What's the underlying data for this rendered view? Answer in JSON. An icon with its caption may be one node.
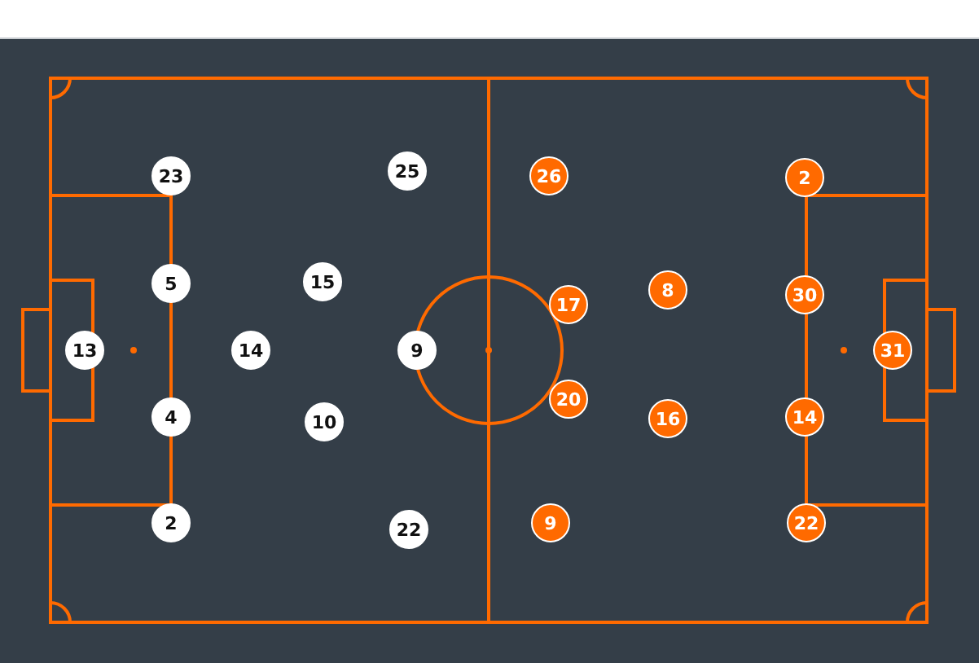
{
  "diagram": {
    "nodes": [
      {
        "text": [
          "23"
        ]
      },
      {
        "text": [
          "5"
        ]
      },
      {
        "text": [
          "13"
        ]
      },
      {
        "text": [
          "4"
        ]
      },
      {
        "text": [
          "2"
        ]
      },
      {
        "text": [
          "15"
        ]
      },
      {
        "text": [
          "14"
        ]
      },
      {
        "text": [
          "10"
        ]
      },
      {
        "text": [
          "25"
        ]
      },
      {
        "text": [
          "9"
        ]
      },
      {
        "text": [
          "22"
        ]
      },
      {
        "text": [
          "26"
        ]
      },
      {
        "text": [
          "17"
        ]
      },
      {
        "text": [
          "20"
        ]
      },
      {
        "text": [
          "9"
        ]
      },
      {
        "text": [
          "8"
        ]
      },
      {
        "text": [
          "16"
        ]
      },
      {
        "text": [
          "2"
        ]
      },
      {
        "text": [
          "30"
        ]
      },
      {
        "text": [
          "14"
        ]
      },
      {
        "text": [
          "22"
        ]
      },
      {
        "text": [
          "31"
        ]
      }
    ]
  }
}
